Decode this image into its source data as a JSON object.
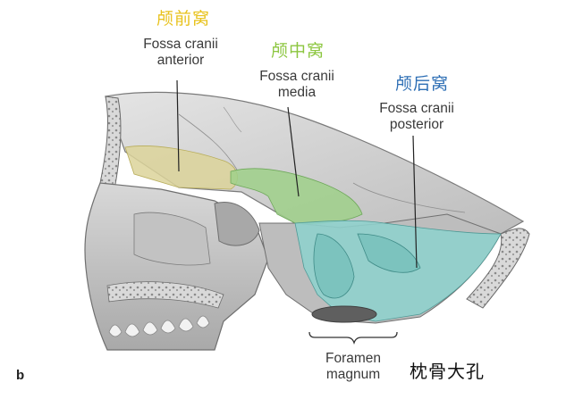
{
  "figure": {
    "panel_label": "b",
    "regions": [
      {
        "id": "anterior",
        "chinese": "颅前窝",
        "latin_line1": "Fossa cranii",
        "latin_line2": "anterior",
        "color": "#e8c21c",
        "fill": "#dcd49a"
      },
      {
        "id": "media",
        "chinese": "颅中窝",
        "latin_line1": "Fossa cranii",
        "latin_line2": "media",
        "color": "#8cc63f",
        "fill": "#9fd08a"
      },
      {
        "id": "posterior",
        "chinese": "颅后窝",
        "latin_line1": "Fossa cranii",
        "latin_line2": "posterior",
        "color": "#2e6fb5",
        "fill": "#8fd0cc"
      }
    ],
    "foramen": {
      "latin_line1": "Foramen",
      "latin_line2": "magnum",
      "chinese": "枕骨大孔"
    }
  }
}
